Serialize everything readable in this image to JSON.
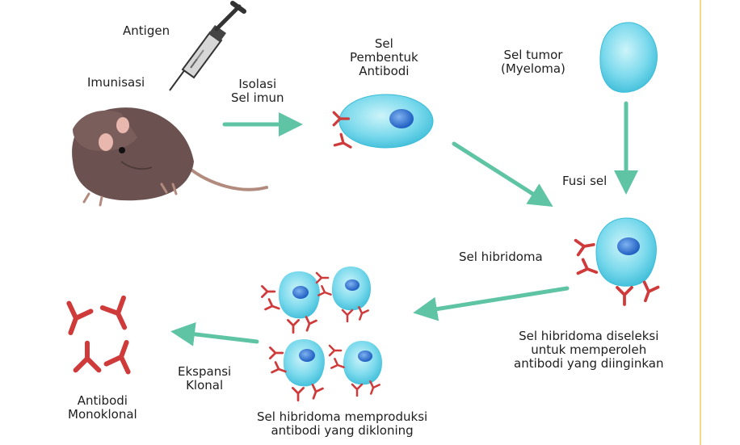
{
  "labels": {
    "antigen": "Antigen",
    "imunisasi": "Imunisasi",
    "isolasi": [
      "Isolasi",
      "Sel imun"
    ],
    "sel_pembentuk": [
      "Sel",
      "Pembentuk",
      "Antibodi"
    ],
    "sel_tumor": [
      "Sel tumor",
      "(Myeloma)"
    ],
    "fusi_sel": "Fusi sel",
    "sel_hibridoma": "Sel hibridoma",
    "diseleksi": [
      "Sel hibridoma diseleksi",
      "untuk memperoleh",
      "antibodi yang diinginkan"
    ],
    "memproduksi": [
      "Sel hibridoma memproduksi",
      "antibodi yang dikloning"
    ],
    "ekspansi": [
      "Ekspansi",
      "Klonal"
    ],
    "antibodi_monoklonal": [
      "Antibodi",
      "Monoklonal"
    ]
  },
  "colors": {
    "arrow": "#5ec4a4",
    "cell_outer": "#5fcfe6",
    "cell_inner": "#bff0f7",
    "nucleus": "#2a6fcf",
    "antibody": "#cf3a3a",
    "mouse": "#6b5250",
    "edge_line": "#f3d98a"
  }
}
